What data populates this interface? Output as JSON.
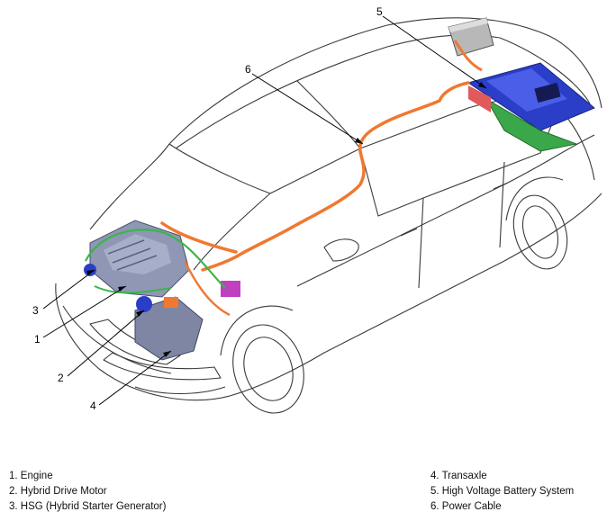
{
  "diagram": {
    "callouts": [
      {
        "id": "c5",
        "label": "5"
      },
      {
        "id": "c6",
        "label": "6"
      },
      {
        "id": "c3",
        "label": "3"
      },
      {
        "id": "c1",
        "label": "1"
      },
      {
        "id": "c2",
        "label": "2"
      },
      {
        "id": "c4",
        "label": "4"
      }
    ]
  },
  "legend": {
    "left": [
      "1. Engine",
      "2. Hybrid Drive Motor",
      "3. HSG (Hybrid Starter Generator)"
    ],
    "right": [
      "4. Transaxle",
      "5. High Voltage Battery System",
      "6. Power Cable"
    ]
  },
  "colors": {
    "outline": "#3a3a3a",
    "cable": "#f07830",
    "harness": "#3bb54a",
    "battery": "#2a3ec8",
    "battery_tray": "#3aa84a",
    "engine": "#8f97b4",
    "accent": "#c040c0"
  }
}
